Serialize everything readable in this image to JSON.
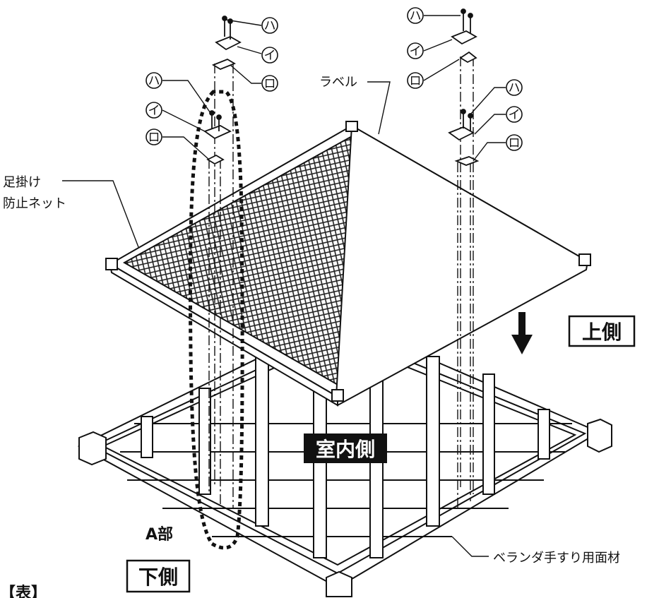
{
  "labels": {
    "label_sticker": "ラベル",
    "net_line1": "足掛け",
    "net_line2": "防止ネット",
    "upper_side": "上側",
    "lower_side": "下側",
    "indoor_side": "室内側",
    "part_a": "A部",
    "railing_material": "ベランダ手すり用面材",
    "bottom_heading": "【表】"
  },
  "parts": {
    "ha": "ハ",
    "i": "イ",
    "ro": "ロ"
  }
}
